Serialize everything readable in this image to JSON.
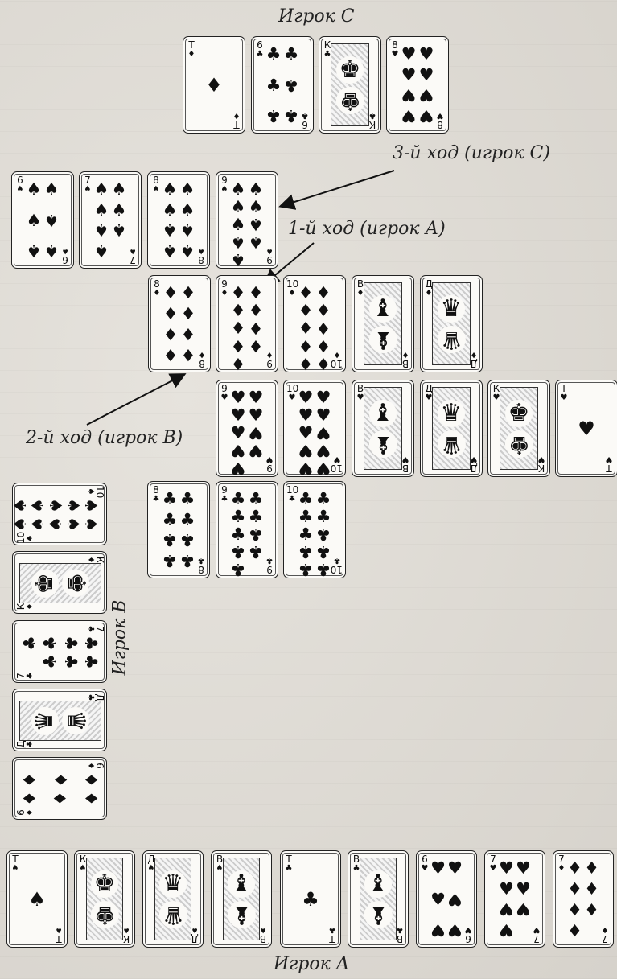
{
  "labels": {
    "player_c": "Игрок С",
    "player_b": "Игрок В",
    "player_a": "Игрок А",
    "move3": "3-й ход (игрок С)",
    "move1": "1-й ход (игрок А)",
    "move2": "2-й ход (игрок В)"
  },
  "groups": {
    "player_c_hand": [
      {
        "rank": "Т",
        "suit": "♦"
      },
      {
        "rank": "6",
        "suit": "♣"
      },
      {
        "rank": "К",
        "suit": "♣"
      },
      {
        "rank": "8",
        "suit": "♥"
      }
    ],
    "table_spades": [
      {
        "rank": "6",
        "suit": "♠"
      },
      {
        "rank": "7",
        "suit": "♠"
      },
      {
        "rank": "8",
        "suit": "♠"
      },
      {
        "rank": "9",
        "suit": "♠"
      }
    ],
    "table_diamonds": [
      {
        "rank": "8",
        "suit": "♦"
      },
      {
        "rank": "9",
        "suit": "♦"
      },
      {
        "rank": "10",
        "suit": "♦"
      },
      {
        "rank": "В",
        "suit": "♦"
      },
      {
        "rank": "Д",
        "suit": "♦"
      }
    ],
    "table_hearts": [
      {
        "rank": "9",
        "suit": "♥"
      },
      {
        "rank": "10",
        "suit": "♥"
      },
      {
        "rank": "В",
        "suit": "♥"
      },
      {
        "rank": "Д",
        "suit": "♥"
      },
      {
        "rank": "К",
        "suit": "♥"
      },
      {
        "rank": "Т",
        "suit": "♥"
      }
    ],
    "table_clubs": [
      {
        "rank": "8",
        "suit": "♣"
      },
      {
        "rank": "9",
        "suit": "♣"
      },
      {
        "rank": "10",
        "suit": "♣"
      }
    ],
    "player_b_hand": [
      {
        "rank": "10",
        "suit": "♠"
      },
      {
        "rank": "К",
        "suit": "♦"
      },
      {
        "rank": "7",
        "suit": "♣"
      },
      {
        "rank": "Д",
        "suit": "♣"
      },
      {
        "rank": "6",
        "suit": "♦"
      }
    ],
    "player_a_hand": [
      {
        "rank": "Т",
        "suit": "♠"
      },
      {
        "rank": "К",
        "suit": "♠"
      },
      {
        "rank": "Д",
        "suit": "♠"
      },
      {
        "rank": "В",
        "suit": "♠"
      },
      {
        "rank": "Т",
        "suit": "♣"
      },
      {
        "rank": "В",
        "suit": "♣"
      },
      {
        "rank": "6",
        "suit": "♥"
      },
      {
        "rank": "7",
        "suit": "♥"
      },
      {
        "rank": "7",
        "suit": "♦"
      }
    ]
  }
}
